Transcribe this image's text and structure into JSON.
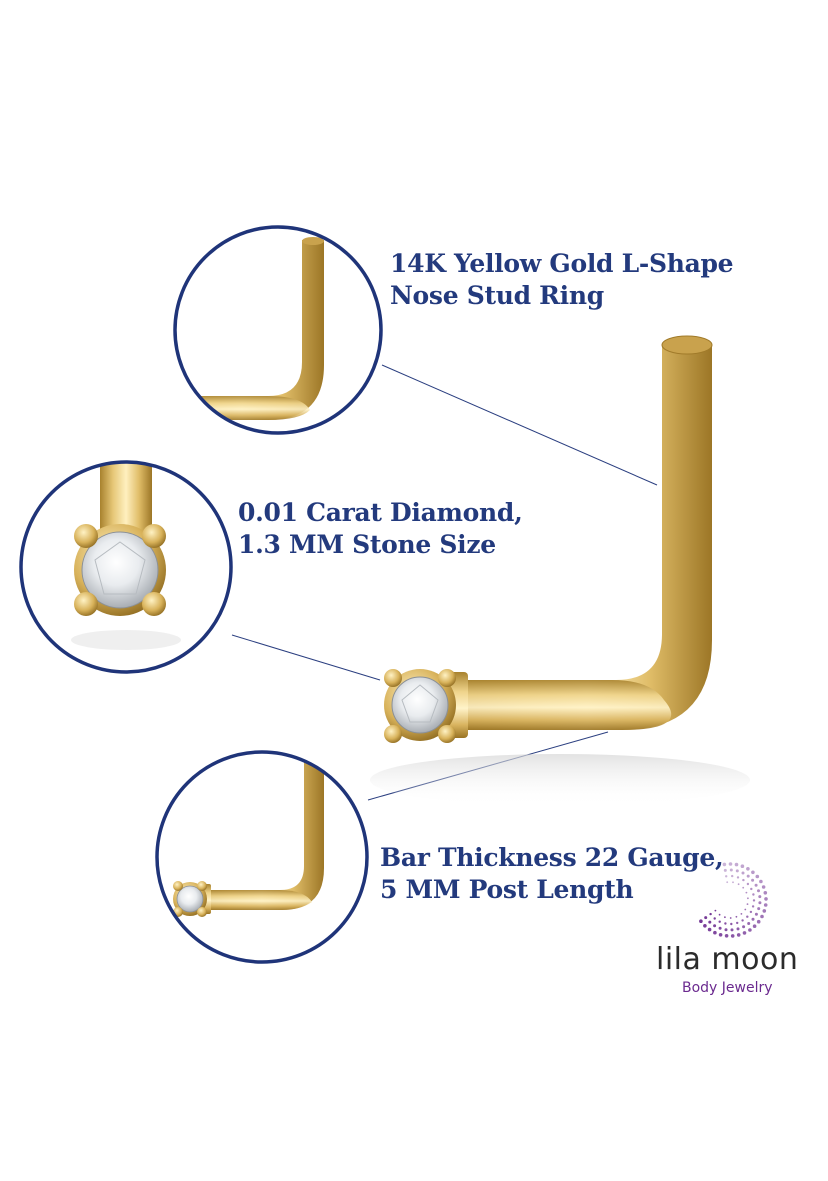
{
  "product": {
    "callouts": [
      {
        "line1": "14K Yellow Gold L-Shape",
        "line2": "Nose Stud Ring"
      },
      {
        "line1": "0.01 Carat Diamond,",
        "line2": "1.3 MM Stone Size"
      },
      {
        "line1": "Bar Thickness 22 Gauge,",
        "line2": "5 MM Post Length"
      }
    ]
  },
  "brand": {
    "name": "lila moon",
    "tagline": "Body Jewelry",
    "accent_color": "#6b2a8f"
  },
  "colors": {
    "caption": "#233a7d",
    "circle_border": "#1f3479",
    "gold": "#d8b25a"
  }
}
